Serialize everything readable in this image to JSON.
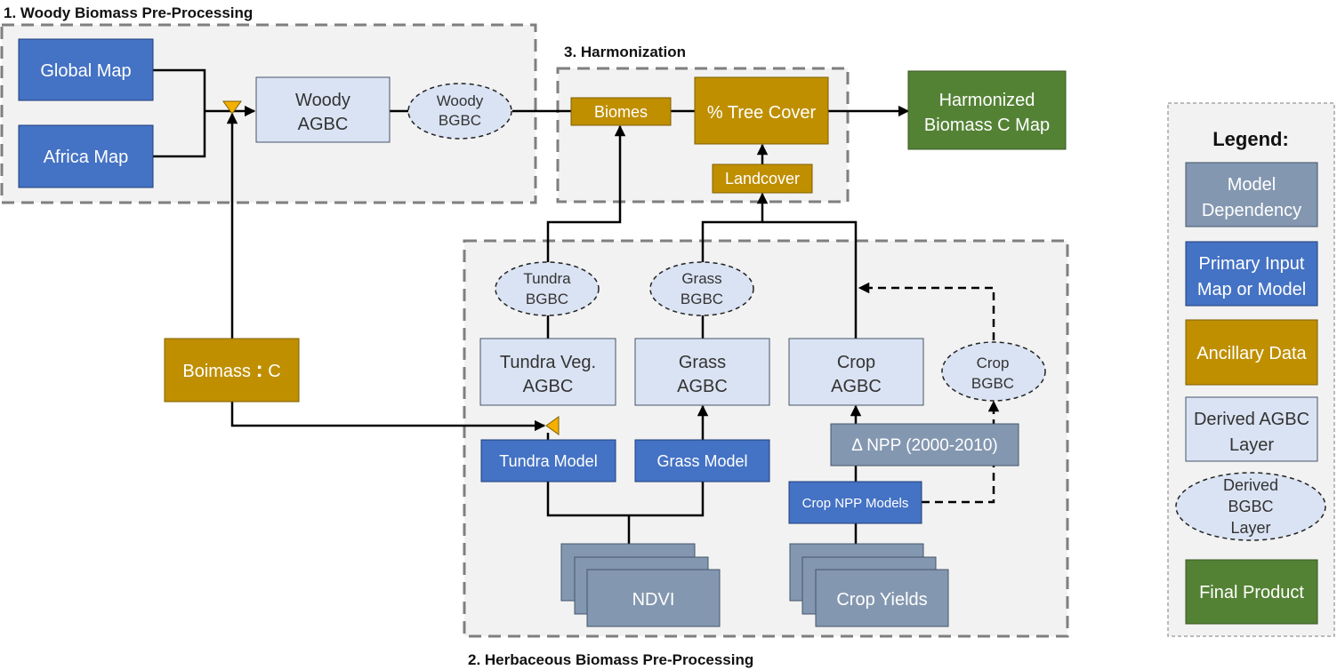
{
  "sections": {
    "woody": "1. Woody Biomass Pre-Processing",
    "harmonization": "3. Harmonization",
    "herbaceous": "2. Herbaceous Biomass Pre-Processing"
  },
  "nodes": {
    "global_map": "Global Map",
    "africa_map": "Africa Map",
    "woody_agbc": [
      "Woody",
      "AGBC"
    ],
    "woody_bgbc": [
      "Woody",
      "BGBC"
    ],
    "biomes": "Biomes",
    "tree_cover": "% Tree Cover",
    "landcover": "Landcover",
    "harmonized": [
      "Harmonized",
      "Biomass C Map"
    ],
    "biomass_c_left": "Boimass",
    "biomass_c_colon": ":",
    "biomass_c_right": "C",
    "tundra_bgbc": [
      "Tundra",
      "BGBC"
    ],
    "grass_bgbc": [
      "Grass",
      "BGBC"
    ],
    "tundra_agbc": [
      "Tundra Veg.",
      "AGBC"
    ],
    "grass_agbc": [
      "Grass",
      "AGBC"
    ],
    "crop_agbc": [
      "Crop",
      "AGBC"
    ],
    "crop_bgbc": [
      "Crop",
      "BGBC"
    ],
    "tundra_model": "Tundra Model",
    "grass_model": "Grass Model",
    "delta_npp": "Δ NPP (2000-2010)",
    "crop_npp_models": "Crop NPP Models",
    "ndvi": "NDVI",
    "crop_yields": "Crop Yields"
  },
  "legend": {
    "title": "Legend:",
    "model_dependency": [
      "Model",
      "Dependency"
    ],
    "primary_input": [
      "Primary Input",
      "Map or Model"
    ],
    "ancillary": "Ancillary Data",
    "derived_agbc": [
      "Derived AGBC",
      "Layer"
    ],
    "derived_bgbc": [
      "Derived",
      "BGBC",
      "Layer"
    ],
    "final_product": "Final Product"
  },
  "colors": {
    "primary_input": "#4472c4",
    "model_dependency": "#8497b0",
    "ancillary": "#bf8f00",
    "derived_layer": "#dae3f3",
    "final_product": "#548235",
    "connector_marker": "#f4b000"
  }
}
